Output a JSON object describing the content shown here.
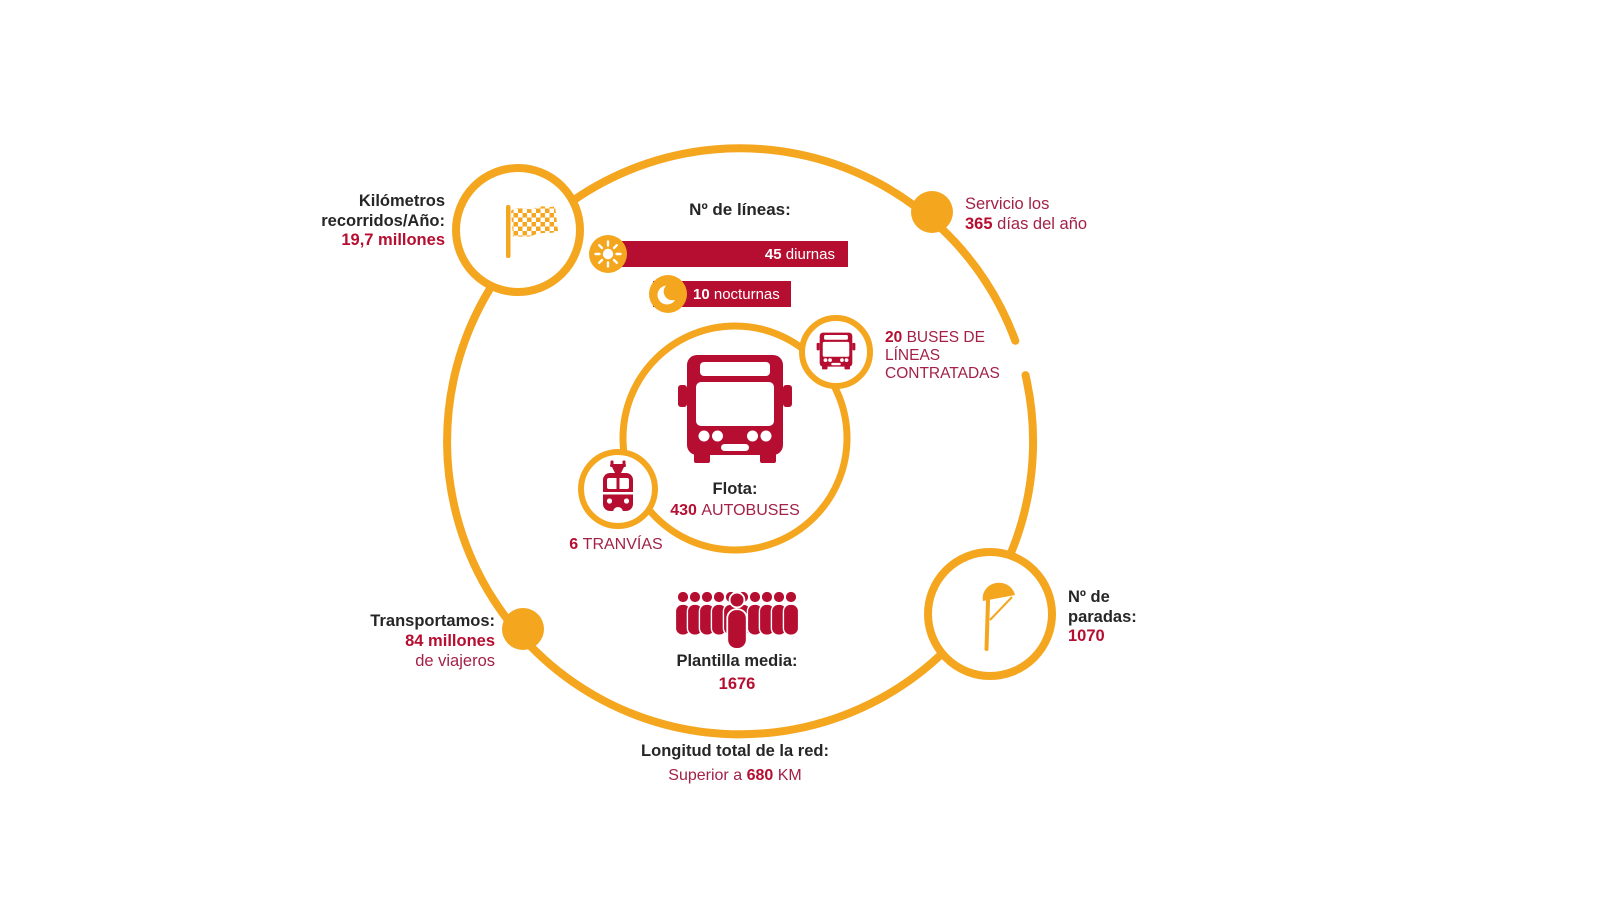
{
  "colors": {
    "orange": "#F4A61E",
    "crimson": "#B60E31",
    "red_text": "#A32148",
    "black_text": "#262626",
    "background": "#FFFFFF"
  },
  "kilometros": {
    "line1": "Kilómetros",
    "line2": "recorridos/Año:",
    "value": "19,7 millones"
  },
  "lineas": {
    "title": "Nº de líneas:",
    "diurnas_value": "45",
    "diurnas_label": "diurnas",
    "nocturnas_value": "10",
    "nocturnas_label": "nocturnas"
  },
  "servicio": {
    "line1": "Servicio los",
    "value": "365",
    "rest": "días del año"
  },
  "contratadas": {
    "value": "20",
    "line1_rest": "BUSES DE",
    "line2": "LÍNEAS",
    "line3": "CONTRATADAS"
  },
  "flota": {
    "label": "Flota:",
    "value": "430",
    "unit": "AUTOBUSES"
  },
  "tranvias": {
    "value": "6",
    "label": "TRANVÍAS"
  },
  "transportamos": {
    "label": "Transportamos:",
    "value": "84 millones",
    "rest": "de viajeros"
  },
  "plantilla": {
    "label": "Plantilla media:",
    "value": "1676"
  },
  "paradas": {
    "line1": "Nº de",
    "line2": "paradas:",
    "value": "1070"
  },
  "longitud": {
    "label": "Longitud total de la red:",
    "prefix": "Superior a",
    "value": "680",
    "unit": "KM"
  },
  "icons": {
    "checkered_flag": "checkered-flag-icon",
    "sun": "sun-icon",
    "moon": "moon-icon",
    "bus": "bus-icon",
    "mini_bus": "mini-bus-icon",
    "tram": "tram-icon",
    "bus_stop": "bus-stop-icon",
    "staff_crowd": "staff-crowd-icon"
  }
}
